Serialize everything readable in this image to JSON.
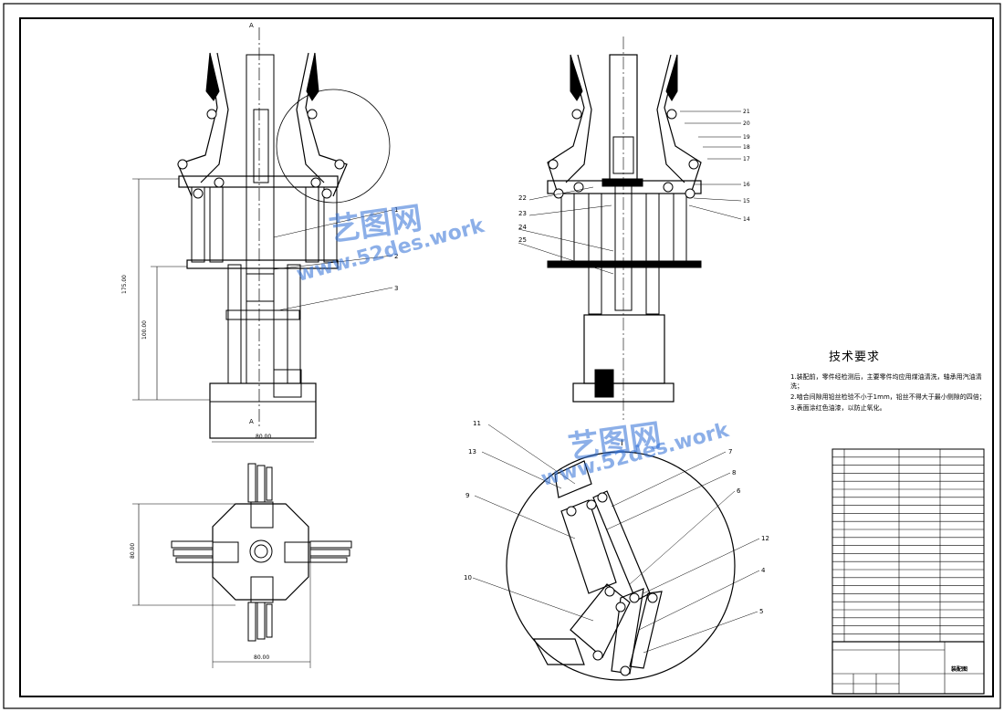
{
  "drawing": {
    "front_view_dims": [
      "175.00",
      "100.00",
      "80.00"
    ],
    "top_view_dims": [
      "80.00",
      "80.00"
    ],
    "part_numbers_front": [
      "1",
      "2",
      "3"
    ],
    "part_numbers_side_left": [
      "22",
      "23",
      "24",
      "25"
    ],
    "part_numbers_side_right": [
      "21",
      "20",
      "19",
      "18",
      "17",
      "16",
      "15",
      "14"
    ],
    "part_numbers_detail": [
      "11",
      "13",
      "9",
      "10",
      "7",
      "8",
      "6",
      "12",
      "4",
      "5"
    ],
    "section_mark": "A",
    "detail_mark": "Ⅰ"
  },
  "tech_requirements": {
    "title": "技术要求",
    "items": [
      "1.装配前，零件经检测后，主要零件均应用煤油清洗，轴承用汽油清洗；",
      "2.啮合间隙用铅丝检验不小于1mm，铅丝不得大于最小侧隙的四倍；",
      "3.表面涂红色油漆，以防止氧化。"
    ]
  },
  "watermark": {
    "brand": "艺图网",
    "url": "www.52des.work",
    "color": "#2f6fd6"
  },
  "title_block": {
    "drawing_name": "装配图"
  }
}
